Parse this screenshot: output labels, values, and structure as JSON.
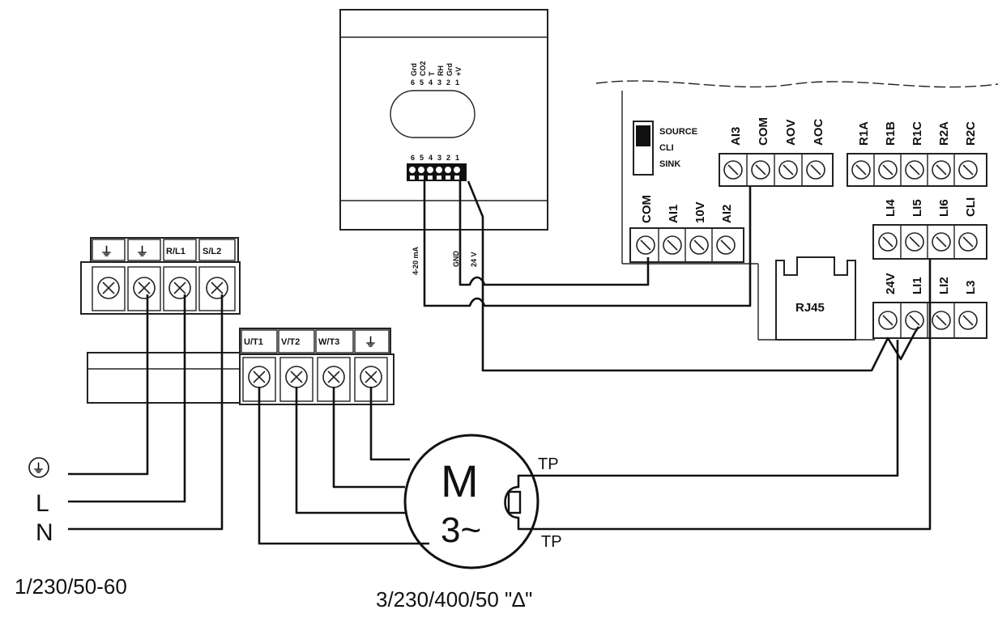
{
  "sensor": {
    "top_labels": [
      "Grd",
      "CO2",
      "T",
      "RH",
      "Grd",
      "+V"
    ],
    "top_numbers": [
      "6",
      "5",
      "4",
      "3",
      "2",
      "1"
    ],
    "terminal_numbers": [
      "6",
      "5",
      "4",
      "3",
      "2",
      "1"
    ],
    "wire_labels": [
      "4-20 mA",
      "GND",
      "24 V"
    ]
  },
  "drive": {
    "switch_labels": [
      "SOURCE",
      "CLI",
      "SINK"
    ],
    "analog_out_terminals": [
      "AI3",
      "COM",
      "AOV",
      "AOC"
    ],
    "relay_terminals": [
      "R1A",
      "R1B",
      "R1C",
      "R2A",
      "R2C"
    ],
    "analog_in_terminals": [
      "COM",
      "AI1",
      "10V",
      "AI2"
    ],
    "logic_top_terminals": [
      "LI4",
      "LI5",
      "LI6",
      "CLI"
    ],
    "logic_bottom_terminals": [
      "24V",
      "LI1",
      "LI2",
      "L3"
    ],
    "rj45_label": "RJ45"
  },
  "power_input": {
    "terminals": [
      "⏚",
      "⏚",
      "R/L1",
      "S/L2"
    ]
  },
  "motor_output": {
    "terminals": [
      "U/T1",
      "V/T2",
      "W/T3",
      "⏚"
    ]
  },
  "supply": {
    "earth_symbol": "⏚",
    "line_label": "L",
    "neutral_label": "N",
    "spec": "1/230/50-60"
  },
  "motor": {
    "letter": "M",
    "phase": "3~",
    "thermal_top": "TP",
    "thermal_bottom": "TP",
    "spec": "3/230/400/50  \"∆\""
  }
}
